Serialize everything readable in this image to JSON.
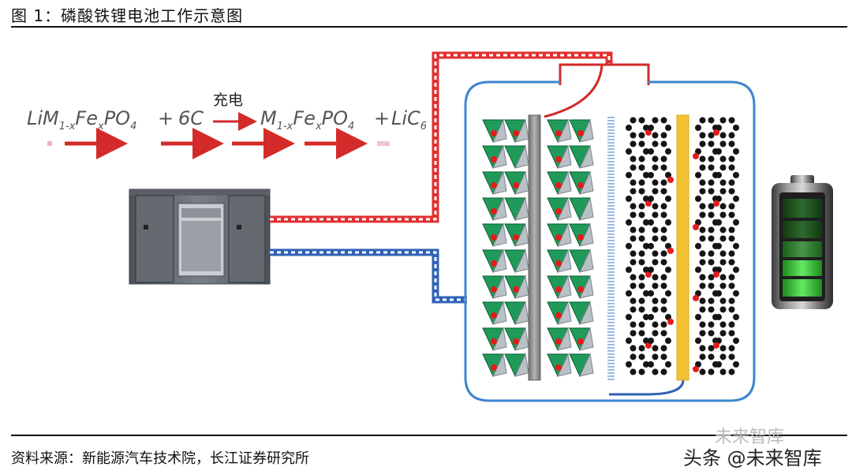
{
  "figure": {
    "title": "图 1：磷酸铁锂电池工作示意图",
    "source": "资料来源：新能源汽车技术院，长江证券研究所",
    "watermark": "头条 @未来智库",
    "watermark_faint": "未来智库"
  },
  "equation": {
    "reactant1": "LiM",
    "reactant1_sub": "1-x",
    "reactant1_mid": "Fe",
    "reactant1_sub2": "x",
    "reactant1_end": "PO",
    "reactant1_sub3": "4",
    "plus1": "+",
    "reactant2": "6C",
    "arrow_label": "充电",
    "product1": "M",
    "product1_sub": "1-x",
    "product1_mid": "Fe",
    "product1_sub2": "x",
    "product1_end": "PO",
    "product1_sub3": "4",
    "plus2": "+",
    "product2": "LiC",
    "product2_sub": "6"
  },
  "colors": {
    "positive_wire": "#e03030",
    "negative_wire": "#2f62b4",
    "cell_border": "#3d86cf",
    "cathode_green": "#1f9a5a",
    "cathode_collector": "#8c8c8c",
    "anode_collector": "#f2c232",
    "ion_red": "#e41b1b",
    "graphite_black": "#151515",
    "separator": "#9bbbe4",
    "battery_green": "#3ec83e"
  }
}
